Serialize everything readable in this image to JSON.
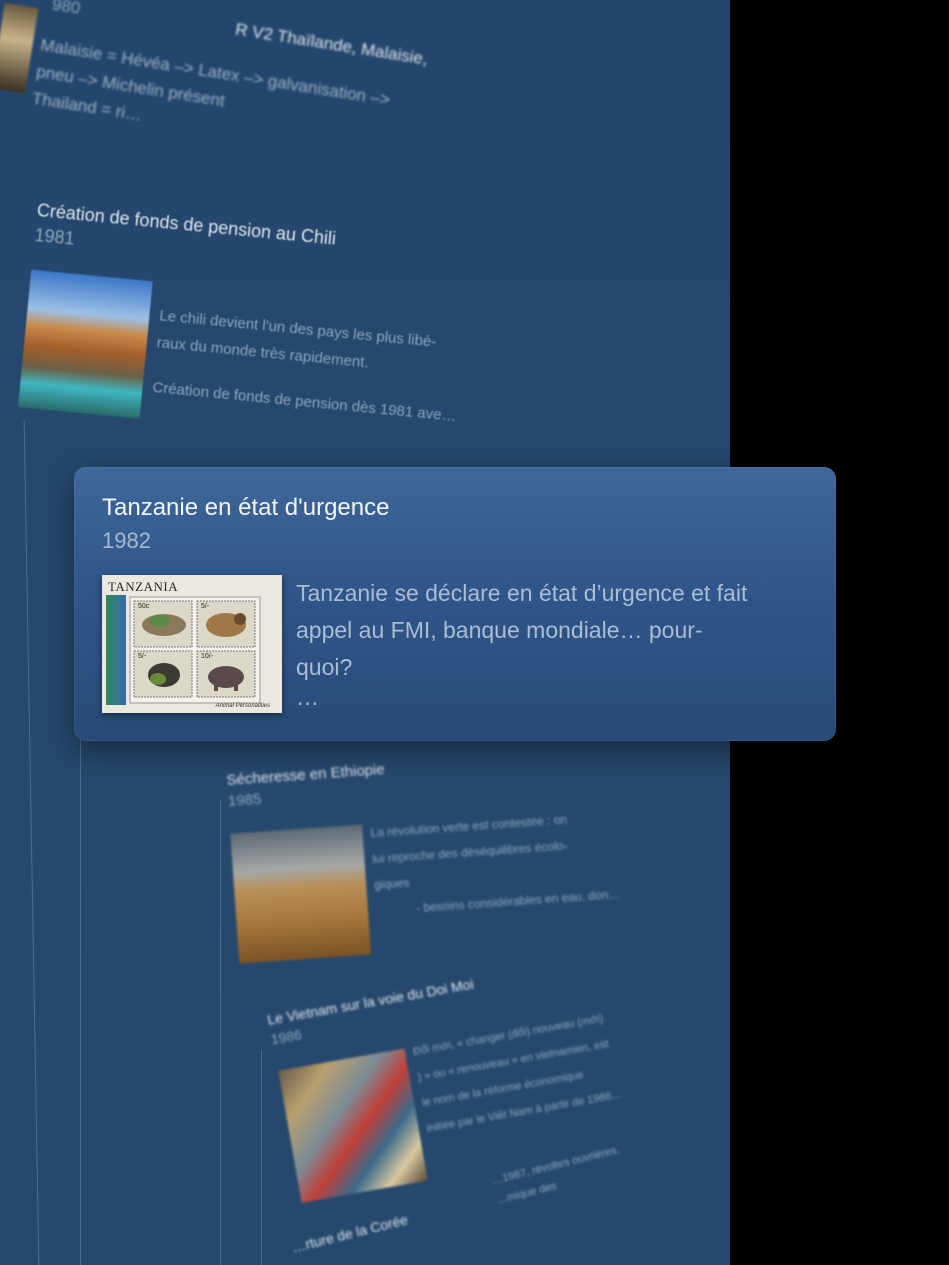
{
  "events": {
    "top": {
      "title_fragment": "R V2 Thaïlande, Malaisie,",
      "year_fragment": "980",
      "text": [
        "Malaisie = Hévéa –> Latex –> galvanisation –>",
        "pneu –> Michelin présent",
        "Thailand = ri…"
      ]
    },
    "chili": {
      "title": "Création de fonds de pension au Chili",
      "year": "1981",
      "text1": [
        "Le chili devient l'un des pays les plus libé-",
        "raux du monde très rapidement."
      ],
      "text2": "Création de fonds de pension dès 1981 ave…"
    },
    "tanzanie": {
      "title": "Tanzanie en état d'urgence",
      "year": "1982",
      "text_lines": [
        "Tanzanie se déclare en état d’urgence et fait",
        "appel au FMI, banque mondiale… pour-",
        "quoi?"
      ],
      "more": "…",
      "stamp_label": "TANZANIA",
      "stamp_caption": "Animal Personalities",
      "stamp_values": [
        "50c",
        "5/-",
        "5/-",
        "10/-"
      ]
    },
    "ethiopie": {
      "title": "Sécheresse en Ethiopie",
      "year": "1985",
      "text": [
        "La révolution verte est contestée : on",
        "lui reproche des déséquilibres écolo-",
        "giques",
        "- besoins considérables en eau, don…"
      ]
    },
    "vietnam": {
      "title": "Le Vietnam sur la voie du Doi Moi",
      "year": "1986",
      "text": [
        "Đổi mới, « changer (đổi) nouveau (mới)",
        ") » ou « renouveau » en vietnamien, est",
        "le nom de la réforme économique",
        "initiée par le Viêt Nam à partir de 1986…"
      ]
    },
    "coree": {
      "title_fragment": "…rture de la Corée",
      "text": [
        "…1987, révoltes ouvrières,",
        "…mique des"
      ]
    }
  },
  "colors": {
    "panel": "#26486c",
    "card": "#34598a",
    "background": "#000000"
  }
}
